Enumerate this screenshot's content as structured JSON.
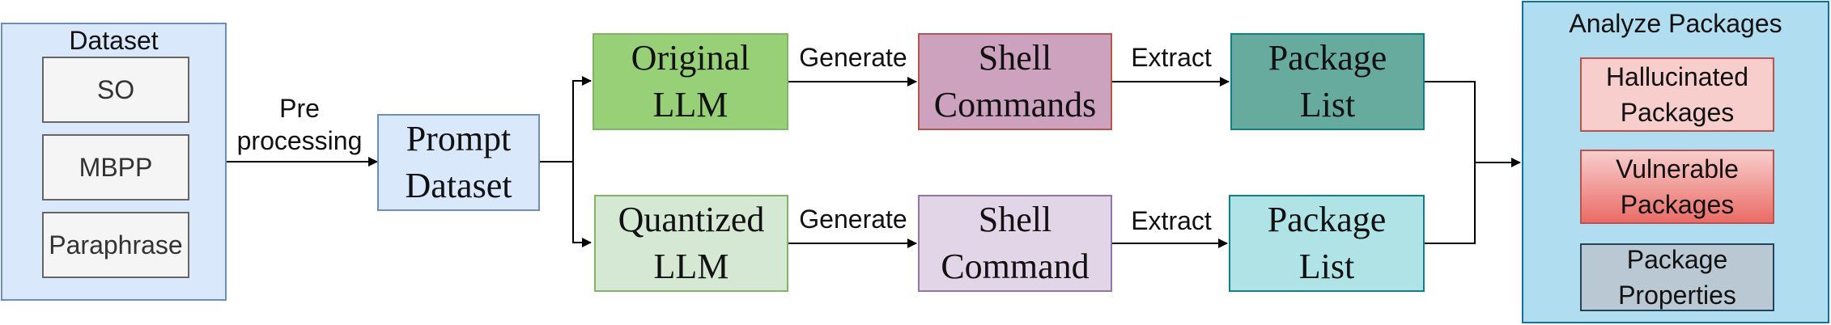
{
  "dataset": {
    "title": "Dataset",
    "items": [
      "SO",
      "MBPP",
      "Paraphrase"
    ]
  },
  "preprocessing_label": [
    "Pre",
    "processing"
  ],
  "prompt_dataset": [
    "Prompt",
    "Dataset"
  ],
  "top_row": {
    "llm": [
      "Original",
      "LLM"
    ],
    "generate_label": "Generate",
    "shell": [
      "Shell",
      "Commands"
    ],
    "extract_label": "Extract",
    "package_list": [
      "Package",
      "List"
    ]
  },
  "bottom_row": {
    "llm": [
      "Quantized",
      "LLM"
    ],
    "generate_label": "Generate",
    "shell": [
      "Shell",
      "Command"
    ],
    "extract_label": "Extract",
    "package_list": [
      "Package",
      "List"
    ]
  },
  "analyze": {
    "title": "Analyze Packages",
    "items": [
      [
        "Hallucinated",
        "Packages"
      ],
      [
        "Vulnerable",
        "Packages"
      ],
      [
        "Package",
        "Properties"
      ]
    ]
  },
  "colors": {
    "dataset_fill": "#dae8fc",
    "dataset_stroke": "#6c8ebf",
    "item_fill": "#f5f5f5",
    "item_stroke": "#666666",
    "original_llm": "#97d077",
    "quantized_llm": "#d5e8d4",
    "shell_top": "#cda2be",
    "shell_bottom": "#e1d5e7",
    "pkg_top": "#67ab9f",
    "pkg_bottom": "#b0e3e6",
    "analyze_fill": "#b1ddf0",
    "analyze_stroke": "#10739e",
    "hallucinated": "#f8cecc",
    "vulnerable": "#ea6b66",
    "properties": "#bac8d3"
  }
}
